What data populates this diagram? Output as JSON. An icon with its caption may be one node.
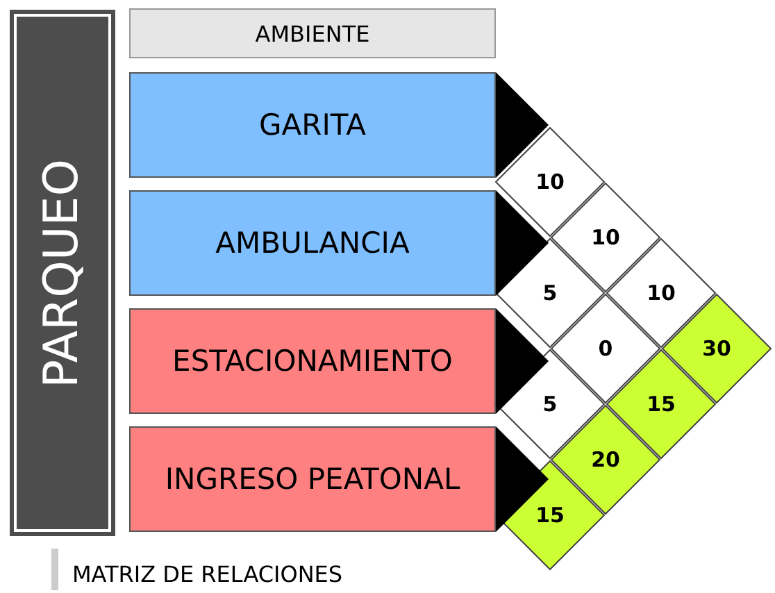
{
  "diagram": {
    "caption": "MATRIZ DE RELACIONES",
    "nodes": [
      {
        "text": [
          "PARQUEO"
        ]
      },
      {
        "text": [
          "AMBIENTE"
        ]
      },
      {
        "text": [
          "GARITA"
        ]
      },
      {
        "text": [
          "AMBULANCIA"
        ]
      },
      {
        "text": [
          "ESTACIONAMIENTO"
        ]
      },
      {
        "text": [
          "INGRESO PEATONAL"
        ]
      },
      {
        "text": [
          "10"
        ]
      },
      {
        "text": [
          "10"
        ]
      },
      {
        "text": [
          "5"
        ]
      },
      {
        "text": [
          "10"
        ]
      },
      {
        "text": [
          "0"
        ]
      },
      {
        "text": [
          "30"
        ]
      },
      {
        "text": [
          "5"
        ]
      },
      {
        "text": [
          "15"
        ]
      },
      {
        "text": [
          "20"
        ]
      },
      {
        "text": [
          "15"
        ]
      },
      {
        "text": [],
        "shape": "triangle"
      },
      {
        "text": [],
        "shape": "triangle"
      },
      {
        "text": [],
        "shape": "triangle"
      },
      {
        "text": [],
        "shape": "triangle"
      }
    ]
  }
}
